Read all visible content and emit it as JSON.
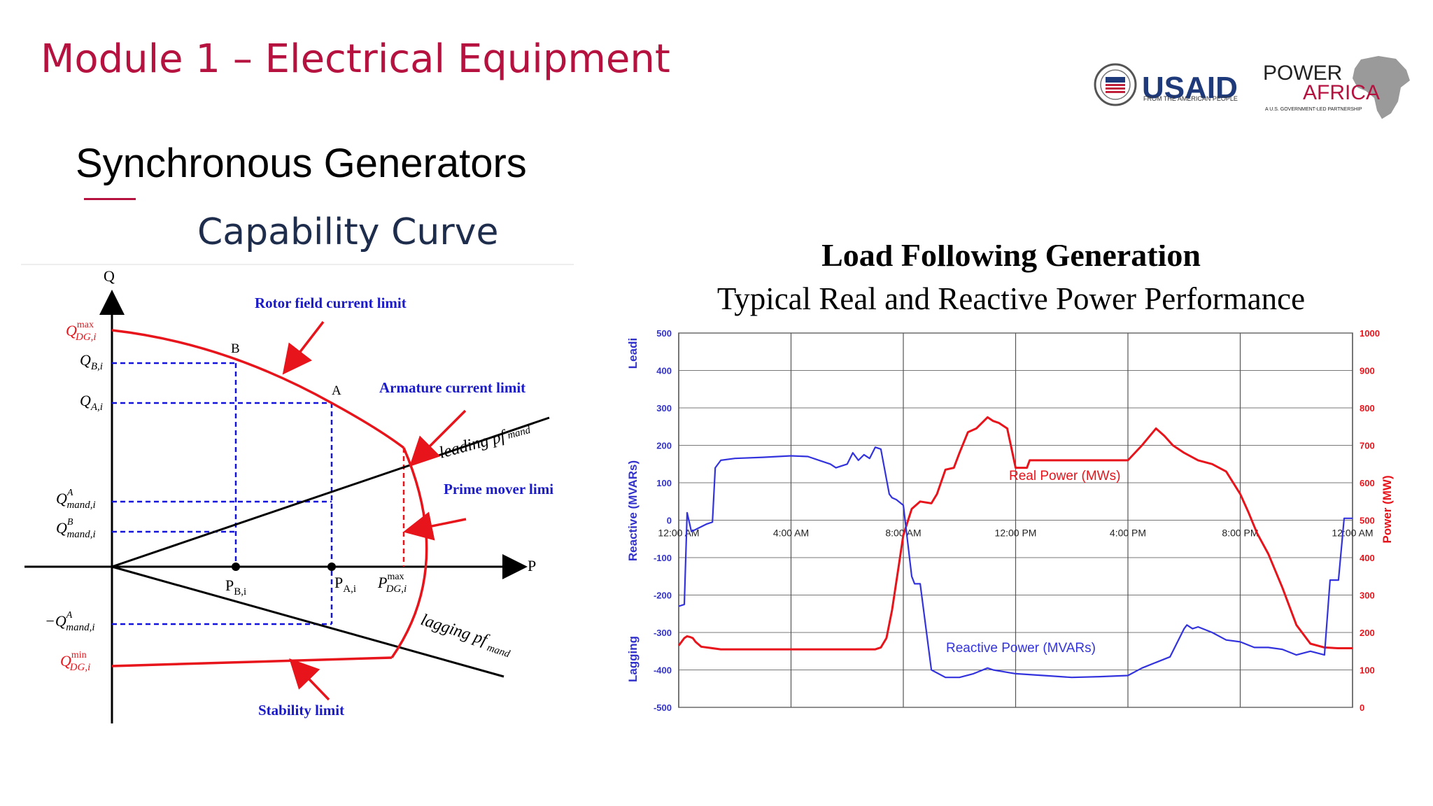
{
  "header": {
    "module_title": "Module 1 – Electrical Equipment",
    "section_title": "Synchronous  Generators",
    "accent_color": "#b5123f"
  },
  "logos": {
    "usaid_name": "USAID",
    "usaid_tagline": "FROM THE AMERICAN PEOPLE",
    "power_africa_line1": "POWER",
    "power_africa_line2": "AFRICA",
    "power_africa_tagline": "A U.S. GOVERNMENT-LED PARTNERSHIP"
  },
  "capability_curve": {
    "title": "Capability Curve",
    "axis_q": "Q",
    "axis_p": "P",
    "point_b": "B",
    "point_a": "A",
    "labels": {
      "rotor": "Rotor field current limit",
      "armature": "Armature current limit",
      "prime_mover": "Prime mover limi",
      "stability": "Stability limit",
      "leading": "leading pf",
      "leading_sub": "mand",
      "lagging": "lagging pf",
      "lagging_sub": "mand"
    },
    "q_labels": {
      "qmax_main": "Q",
      "qmax_sup": "max",
      "qmax_sub": "DG,i",
      "qb_main": "Q",
      "qb_sub": "B,i",
      "qa_main": "Q",
      "qa_sub": "A,i",
      "qma_main": "Q",
      "qma_sup": "A",
      "qma_sub": "mand,i",
      "qmb_main": "Q",
      "qmb_sup": "B",
      "qmb_sub": "mand,i",
      "nqma_main": "−Q",
      "nqma_sup": "A",
      "nqma_sub": "mand,i",
      "qmin_main": "Q",
      "qmin_sup": "min",
      "qmin_sub": "DG,i"
    },
    "p_labels": {
      "pb_main": "P",
      "pb_sub": "B,i",
      "pa_main": "P",
      "pa_sub": "A,i",
      "pmax_main": "P",
      "pmax_sup": "max",
      "pmax_sub": "DG,i"
    },
    "colors": {
      "limit": "#e8141b",
      "dashed": "#1414d8",
      "label": "#1a1ac8",
      "axis": "#000000"
    }
  },
  "chart_data": {
    "type": "line",
    "title": "Load Following Generation",
    "subtitle": "Typical Real and Reactive Power Performance",
    "x_ticks": [
      "12:00 AM",
      "4:00 AM",
      "8:00 AM",
      "12:00 PM",
      "4:00 PM",
      "8:00 PM",
      "12:00 AM"
    ],
    "x_hours": [
      0,
      4,
      8,
      12,
      16,
      20,
      24
    ],
    "left_axis": {
      "label": "Reactive (MVARs)",
      "label_top": "Leadi",
      "label_bottom": "Lagging",
      "ylim": [
        -500,
        500
      ],
      "ticks": [
        "500",
        "400",
        "300",
        "200",
        "100",
        "0",
        "-100",
        "-200",
        "-300",
        "-400",
        "-500"
      ]
    },
    "right_axis": {
      "label": "Power (MW)",
      "ylim": [
        0,
        1000
      ],
      "ticks": [
        "1000",
        "900",
        "800",
        "700",
        "600",
        "500",
        "400",
        "300",
        "200",
        "100",
        "0"
      ]
    },
    "grid": true,
    "series": [
      {
        "name": "Real Power (MWs)",
        "color": "#e8141b",
        "axis": "right",
        "x": [
          0,
          0.2,
          0.3,
          0.4,
          0.5,
          0.6,
          0.8,
          1.5,
          3,
          5,
          7,
          7.2,
          7.4,
          7.6,
          7.8,
          8,
          8.3,
          8.6,
          9,
          9.2,
          9.5,
          9.8,
          10,
          10.3,
          10.6,
          11,
          11.2,
          11.4,
          11.7,
          12,
          12.4,
          12.5,
          13,
          14,
          15,
          16,
          16.5,
          17,
          17.3,
          17.6,
          18,
          18.5,
          19,
          19.5,
          20,
          20.3,
          20.6,
          21,
          21.5,
          22,
          22.5,
          23,
          23.5,
          24
        ],
        "y": [
          165,
          185,
          190,
          188,
          185,
          175,
          162,
          155,
          155,
          155,
          155,
          160,
          185,
          260,
          360,
          460,
          530,
          550,
          545,
          570,
          635,
          640,
          680,
          735,
          745,
          775,
          765,
          760,
          745,
          640,
          640,
          660,
          660,
          660,
          660,
          660,
          700,
          745,
          725,
          700,
          680,
          660,
          650,
          630,
          570,
          520,
          465,
          410,
          320,
          220,
          170,
          160,
          158,
          158
        ]
      },
      {
        "name": "Reactive Power (MVARs)",
        "color": "#3333dd",
        "axis": "left",
        "x": [
          0,
          0.2,
          0.3,
          0.45,
          0.6,
          1,
          1.2,
          1.3,
          1.5,
          2,
          3,
          4,
          4.6,
          5,
          5.4,
          5.6,
          5.8,
          6,
          6.2,
          6.4,
          6.6,
          6.8,
          7,
          7.2,
          7.3,
          7.5,
          7.6,
          7.75,
          8,
          8.3,
          8.4,
          8.6,
          9,
          9.5,
          10,
          10.5,
          11,
          11.2,
          12,
          13,
          14,
          15,
          16,
          16.5,
          17,
          17.5,
          18,
          18.1,
          18.3,
          18.5,
          19,
          19.5,
          20,
          20.5,
          21,
          21.5,
          22,
          22.5,
          23,
          23.2,
          23.5,
          23.7,
          24
        ],
        "y": [
          -230,
          -225,
          20,
          -30,
          -25,
          -10,
          -5,
          140,
          160,
          165,
          168,
          172,
          170,
          160,
          150,
          140,
          145,
          150,
          180,
          160,
          175,
          165,
          195,
          190,
          150,
          70,
          60,
          55,
          40,
          -150,
          -170,
          -170,
          -400,
          -420,
          -420,
          -410,
          -395,
          -400,
          -410,
          -415,
          -420,
          -418,
          -415,
          -395,
          -380,
          -365,
          -290,
          -280,
          -290,
          -285,
          -300,
          -320,
          -325,
          -340,
          -340,
          -345,
          -360,
          -350,
          -360,
          -160,
          -160,
          5,
          5
        ]
      }
    ]
  }
}
